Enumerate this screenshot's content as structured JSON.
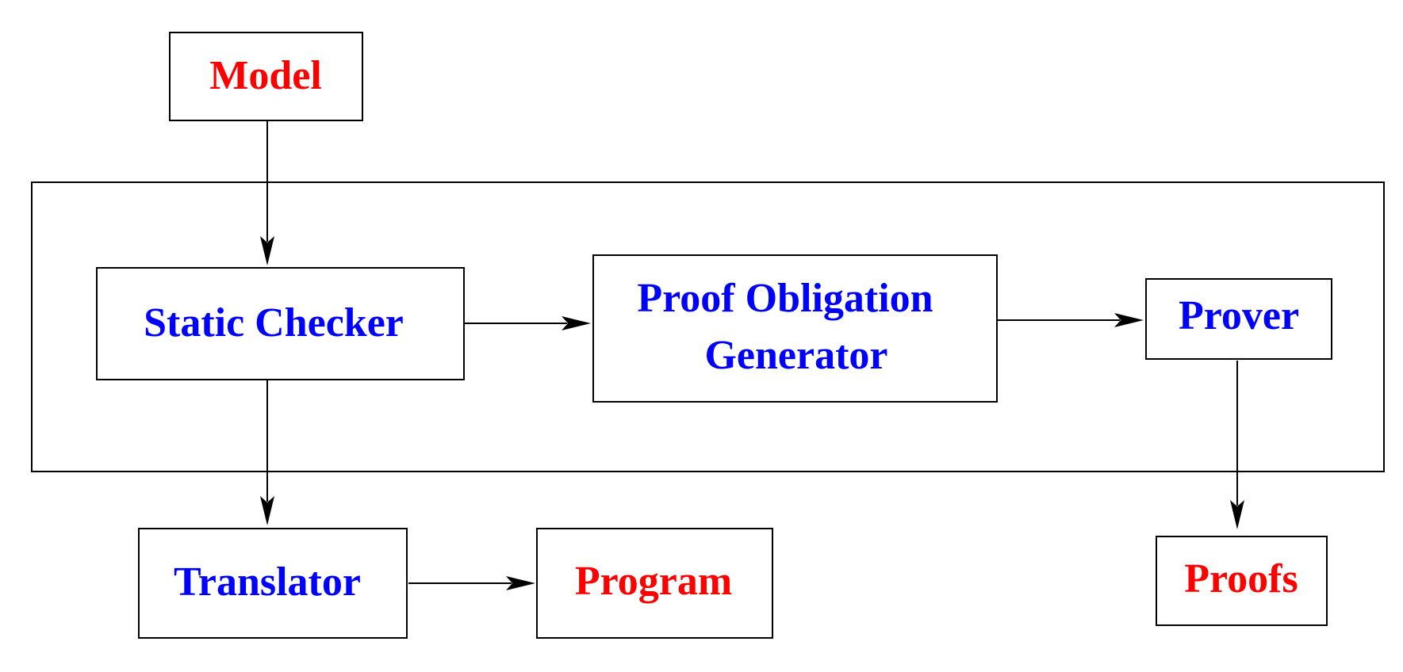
{
  "colors": {
    "artifact": "#ff0000",
    "tool": "#0000ff"
  },
  "nodes": {
    "model": {
      "label": "Model",
      "kind": "artifact"
    },
    "static_checker": {
      "label": "Static Checker",
      "kind": "tool"
    },
    "pog": {
      "label_line1": "Proof Obligation",
      "label_line2": "Generator",
      "kind": "tool"
    },
    "prover": {
      "label": "Prover",
      "kind": "tool"
    },
    "translator": {
      "label": "Translator",
      "kind": "tool"
    },
    "program": {
      "label": "Program",
      "kind": "artifact"
    },
    "proofs": {
      "label": "Proofs",
      "kind": "artifact"
    }
  },
  "edges": [
    {
      "from": "model",
      "to": "static_checker"
    },
    {
      "from": "static_checker",
      "to": "pog"
    },
    {
      "from": "pog",
      "to": "prover"
    },
    {
      "from": "static_checker",
      "to": "translator"
    },
    {
      "from": "translator",
      "to": "program"
    },
    {
      "from": "prover",
      "to": "proofs"
    }
  ]
}
